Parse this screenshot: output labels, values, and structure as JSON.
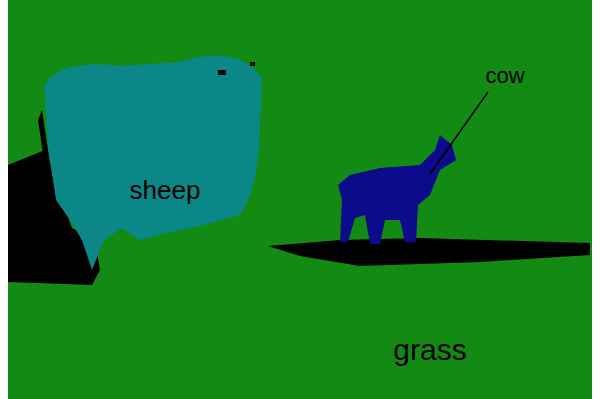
{
  "diagram": {
    "labels": [
      "sheep",
      "cow",
      "grass"
    ]
  }
}
